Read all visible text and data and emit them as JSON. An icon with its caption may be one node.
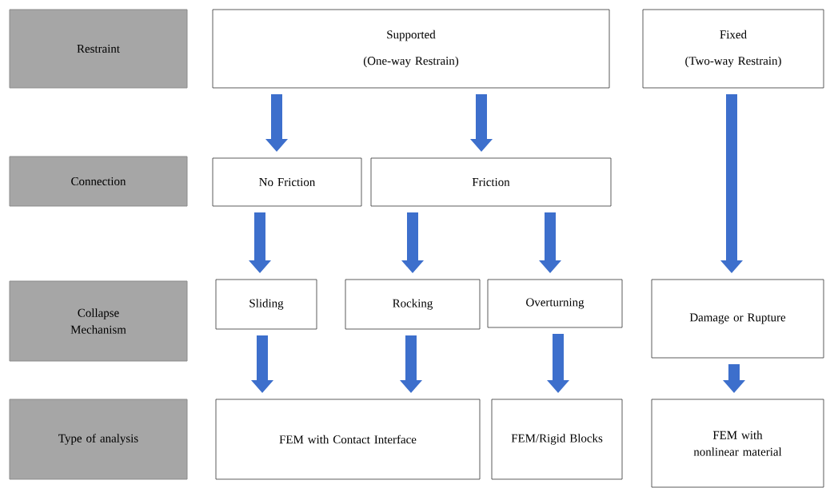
{
  "diagram": {
    "nodes": [
      {
        "text": [
          "Restraint"
        ]
      },
      {
        "text": [
          "Supported",
          "(One-way Restrain)"
        ]
      },
      {
        "text": [
          "Fixed",
          "(Two-way Restrain)"
        ]
      },
      {
        "text": [
          "Connection"
        ]
      },
      {
        "text": [
          "No Friction"
        ]
      },
      {
        "text": [
          "Friction"
        ]
      },
      {
        "text": [
          "Collapse Mechanism"
        ]
      },
      {
        "text": [
          "Sliding"
        ]
      },
      {
        "text": [
          "Rocking"
        ]
      },
      {
        "text": [
          "Overturning"
        ]
      },
      {
        "text": [
          "Damage or Rupture"
        ]
      },
      {
        "text": [
          "Type of analysis"
        ]
      },
      {
        "text": [
          "FEM with Contact Interface"
        ]
      },
      {
        "text": [
          "FEM/Rigid Blocks"
        ]
      },
      {
        "text": [
          "FEM with nonlinear material"
        ]
      }
    ],
    "edges": [
      {
        "from": 1,
        "to": 4,
        "arrow": "to"
      },
      {
        "from": 1,
        "to": 5,
        "arrow": "to"
      },
      {
        "from": 2,
        "to": 10,
        "arrow": "to"
      },
      {
        "from": 4,
        "to": 7,
        "arrow": "to"
      },
      {
        "from": 5,
        "to": 8,
        "arrow": "to"
      },
      {
        "from": 5,
        "to": 9,
        "arrow": "to"
      },
      {
        "from": 7,
        "to": 12,
        "arrow": "to"
      },
      {
        "from": 8,
        "to": 12,
        "arrow": "to"
      },
      {
        "from": 9,
        "to": 13,
        "arrow": "to"
      },
      {
        "from": 10,
        "to": 14,
        "arrow": "to"
      }
    ]
  }
}
